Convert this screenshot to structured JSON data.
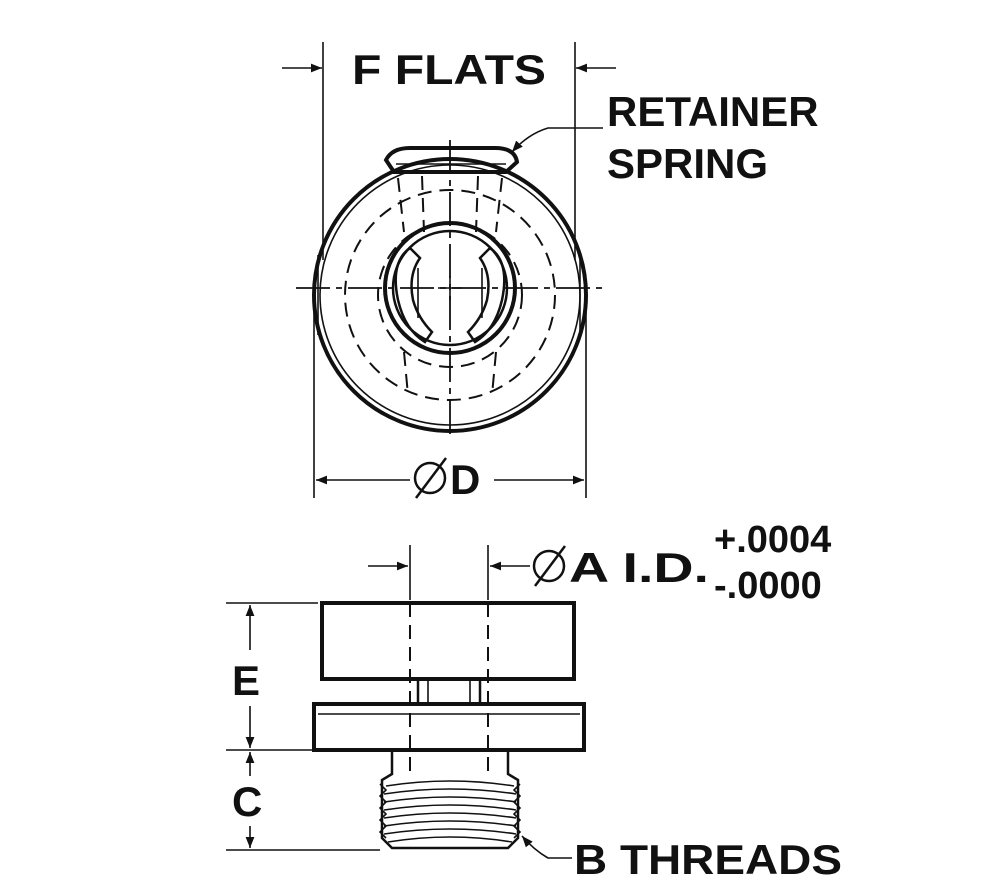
{
  "labels": {
    "flats": "F  FLATS",
    "retainer_line1": "RETAINER",
    "retainer_line2": "SPRING",
    "dia_d": "D",
    "dia_a": "A  I.D.",
    "tol_plus": "+.0004",
    "tol_minus": "-.0000",
    "dim_e": "E",
    "dim_c": "C",
    "threads": "B  THREADS"
  },
  "colors": {
    "line": "#111111",
    "background": "#ffffff"
  }
}
